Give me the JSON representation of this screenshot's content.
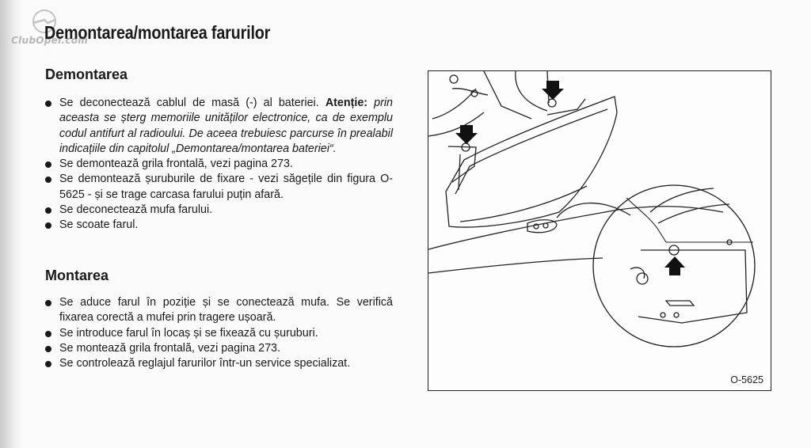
{
  "watermark": "ClubOpel.com",
  "title": "Demontarea/montarea farurilor",
  "removal": {
    "heading": "Demontarea",
    "step1": {
      "text": "Se deconectează cablul de masă (-) al bateriei.",
      "attention_label": "Atenție:",
      "warning": "prin aceasta se șterg memoriile unităților electronice, ca de exemplu codul antifurt al radioului. De aceea trebuiesc parcurse în prealabil indicațiile din capitolul „Demontarea/montarea bateriei“."
    },
    "step2": "Se demontează grila frontală, vezi pagina 273.",
    "step3": "Se demontează șuruburile de fixare - vezi săgețile din figura O-5625 - și se trage carcasa farului puțin afară.",
    "step4": "Se deconectează mufa farului.",
    "step5": "Se scoate farul."
  },
  "installation": {
    "heading": "Montarea",
    "step1": "Se aduce farul în poziție și se conectează mufa. Se verifică fixarea corectă a mufei prin tragere ușoară.",
    "step2": "Se introduce farul în locaș și se fixează cu șuruburi.",
    "step3": "Se montează grila frontală, vezi pagina 273.",
    "step4": "Se controlează reglajul farurilor într-un service specializat."
  },
  "figure": {
    "label": "O-5625",
    "icons": [
      "down-arrow-icon",
      "up-arrow-icon"
    ]
  },
  "colors": {
    "text": "#1a1a1a",
    "page": "#fafafa",
    "line": "#222222"
  }
}
